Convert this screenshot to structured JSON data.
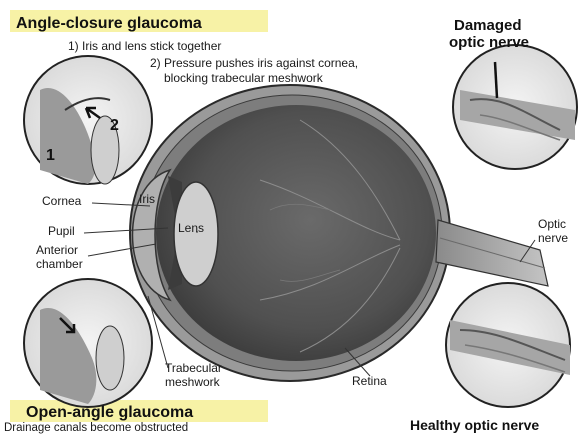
{
  "headings": {
    "angle_closure": "Angle-closure glaucoma",
    "open_angle": "Open-angle glaucoma",
    "damaged_line1": "Damaged",
    "damaged_line2": "optic nerve",
    "healthy": "Healthy optic nerve"
  },
  "notes": {
    "step1": "1) Iris and lens stick together",
    "step2_line1": "2) Pressure pushes iris against cornea,",
    "step2_line2": "blocking trabecular meshwork",
    "open_angle_desc": "Drainage canals become obstructed",
    "inset_num1": "1",
    "inset_num2": "2"
  },
  "labels": {
    "cornea": "Cornea",
    "iris": "Iris",
    "pupil": "Pupil",
    "lens": "Lens",
    "anterior_line1": "Anterior",
    "anterior_line2": "chamber",
    "trabecular_line1": "Trabecular",
    "trabecular_line2": "meshwork",
    "retina": "Retina",
    "optic_line1": "Optic",
    "optic_line2": "nerve"
  },
  "colors": {
    "highlight": "#f7f2a6",
    "eye_outer": "#8d8d8d",
    "eye_inner": "#5c5c5c",
    "lens": "#c8c8c8",
    "vessel": "#9a9a9a"
  }
}
